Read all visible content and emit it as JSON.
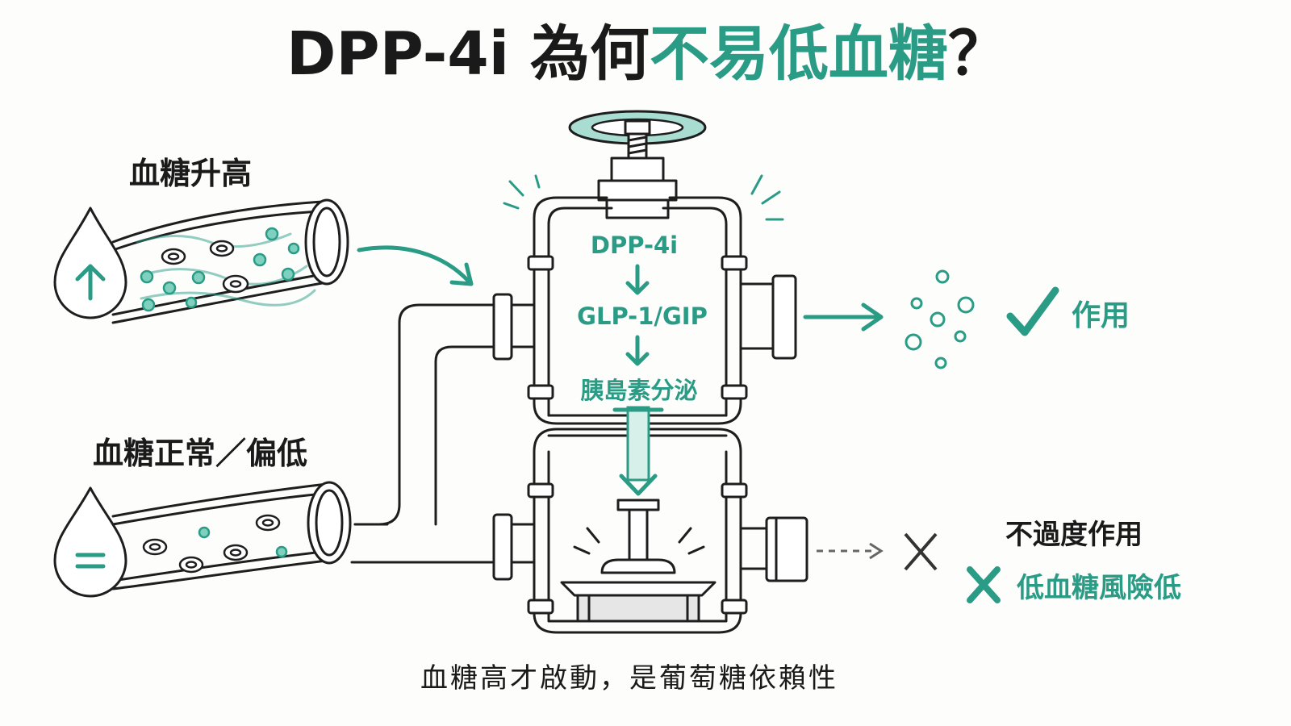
{
  "title": {
    "prefix": "DPP-4i 為何",
    "highlight": "不易低血糖",
    "suffix": "？"
  },
  "high_glucose": {
    "label": "血糖升高",
    "icon": "arrow-up-icon"
  },
  "normal_glucose": {
    "label": "血糖正常／偏低",
    "icon": "equals-icon"
  },
  "valve": {
    "step1": "DPP-4i",
    "step2": "GLP-1/GIP",
    "step3": "胰島素分泌"
  },
  "outcome_active": {
    "label": "作用",
    "icon": "check-icon"
  },
  "outcome_inactive": {
    "line1": "不過度作用",
    "line2": "低血糖風險低",
    "icon": "cross-icon"
  },
  "caption": "血糖高才啟動，是葡萄糖依賴性",
  "colors": {
    "accent": "#2a9c85",
    "ink": "#1e1e1e",
    "background": "#fdfdfc"
  }
}
